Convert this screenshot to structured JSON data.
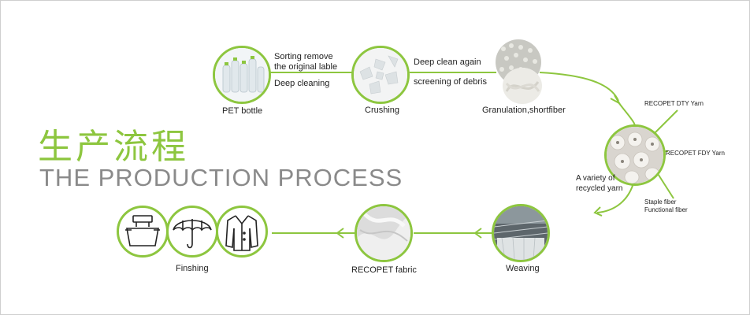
{
  "title": {
    "chinese": "生产流程",
    "english": "THE PRODUCTION PROCESS"
  },
  "colors": {
    "accent": "#8dc63f",
    "heading_gray": "#8a8a8a",
    "text": "#222222"
  },
  "steps": {
    "pet_bottle": "PET bottle",
    "crushing": "Crushing",
    "granulation": "Granulation,shortfiber",
    "yarn": [
      "A variety of",
      "recycled yarn"
    ],
    "weaving": "Weaving",
    "fabric": "RECOPET fabric",
    "finishing": "Finshing"
  },
  "arrow_labels": {
    "sort": [
      "Sorting remove",
      "the original lable"
    ],
    "deep_cleaning": "Deep cleaning",
    "deep_clean_again": "Deep clean again",
    "screening": "screening of debris"
  },
  "yarn_types": {
    "dty": "RECOPET DTY Yarn",
    "fdy": "RECOPET FDY Yarn",
    "staple": [
      "Staple fiber",
      "Functional fiber"
    ]
  },
  "icons": [
    "bottles-photo",
    "flakes-photo",
    "granules-photo",
    "yarn-spools-photo",
    "weaving-photo",
    "fabric-photo",
    "bag-icon",
    "umbrella-icon",
    "coat-icon"
  ]
}
